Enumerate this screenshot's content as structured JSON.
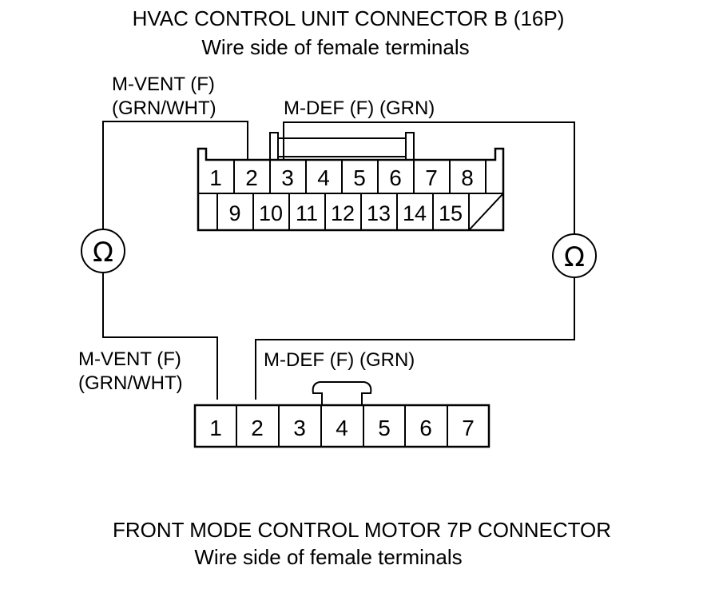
{
  "top_connector": {
    "title": "HVAC CONTROL UNIT CONNECTOR B (16P)",
    "subtitle": "Wire side of female terminals",
    "row1_pins": [
      "1",
      "2",
      "3",
      "4",
      "5",
      "6",
      "7",
      "8"
    ],
    "row2_pins": [
      "9",
      "10",
      "11",
      "12",
      "13",
      "14",
      "15"
    ],
    "label_left_line1": "M-VENT (F)",
    "label_left_line2": "(GRN/WHT)",
    "label_right": "M-DEF (F) (GRN)"
  },
  "bottom_connector": {
    "title": "FRONT MODE CONTROL MOTOR 7P CONNECTOR",
    "subtitle": "Wire side of female terminals",
    "pins": [
      "1",
      "2",
      "3",
      "4",
      "5",
      "6",
      "7"
    ],
    "label_left_line1": "M-VENT (F)",
    "label_left_line2": "(GRN/WHT)",
    "label_right": "M-DEF (F) (GRN)"
  },
  "meters": {
    "left_symbol": "Ω",
    "right_symbol": "Ω"
  }
}
